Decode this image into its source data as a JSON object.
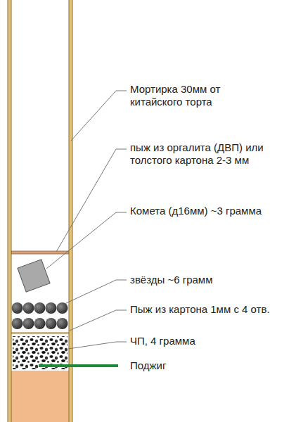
{
  "diagram": {
    "labels": [
      "Мортирка 30мм от китайского торта",
      "пыж из оргалита (ДВП) или толстого картона 2-3 мм",
      "Комета (д16мм) ~3 грамма",
      "звёзды ~6 грамм",
      "Пыж из картона 1мм с 4 отв.",
      "ЧП, 4 грамма",
      "Поджиг"
    ]
  }
}
